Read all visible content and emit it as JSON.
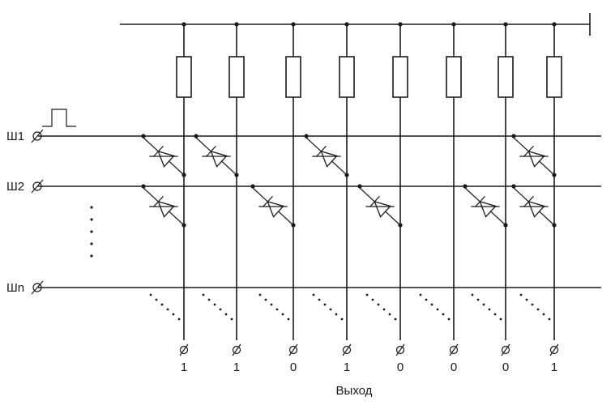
{
  "diagram": {
    "bus_labels": [
      "Ш1",
      "Ш2",
      "Шn"
    ],
    "output_values": [
      "1",
      "1",
      "0",
      "1",
      "0",
      "0",
      "0",
      "1"
    ],
    "output_label": "Выход",
    "diode_links": [
      {
        "bus": 0,
        "column": 0
      },
      {
        "bus": 0,
        "column": 1
      },
      {
        "bus": 0,
        "column": 3
      },
      {
        "bus": 0,
        "column": 7
      },
      {
        "bus": 1,
        "column": 0
      },
      {
        "bus": 1,
        "column": 2
      },
      {
        "bus": 1,
        "column": 4
      },
      {
        "bus": 1,
        "column": 6
      },
      {
        "bus": 1,
        "column": 7
      }
    ]
  }
}
